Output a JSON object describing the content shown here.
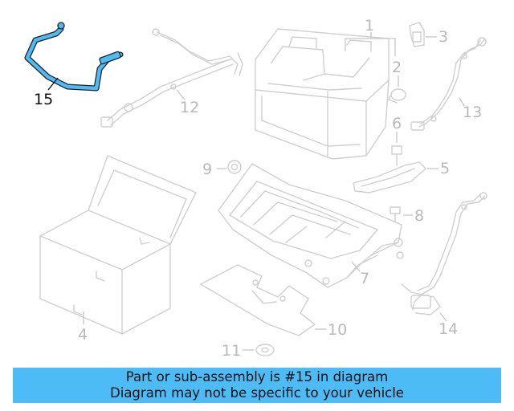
{
  "callouts": {
    "c1": "1",
    "c2": "2",
    "c3": "3",
    "c4": "4",
    "c5": "5",
    "c6": "6",
    "c7": "7",
    "c8": "8",
    "c9": "9",
    "c10": "10",
    "c11": "11",
    "c12": "12",
    "c13": "13",
    "c14": "14",
    "c15": "15"
  },
  "highlight": {
    "part": "15",
    "color": "#4dbbf5"
  },
  "banner": {
    "line1": "Part or sub-assembly is #15 in diagram",
    "line2": "Diagram may not be specific to your vehicle",
    "color": "#4dbbf5"
  }
}
